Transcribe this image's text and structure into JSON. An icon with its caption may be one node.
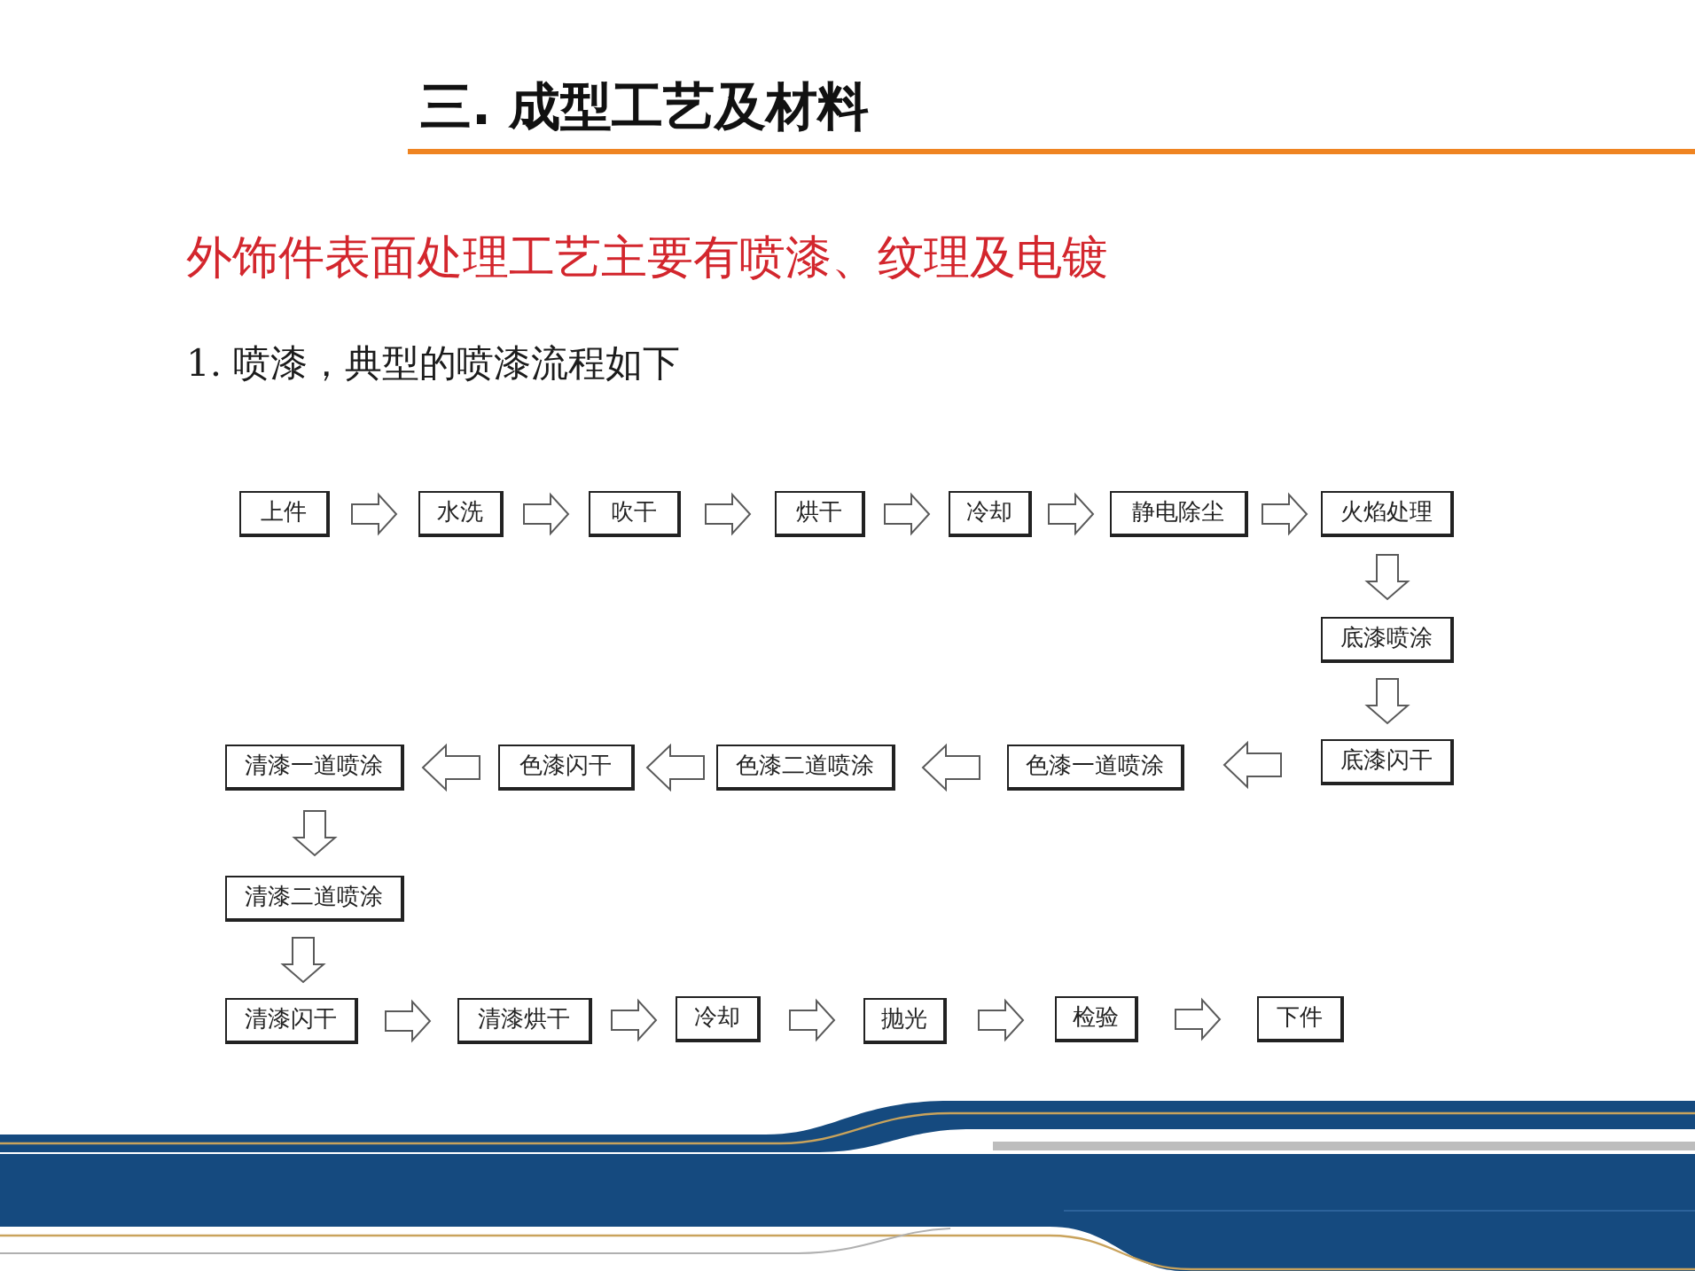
{
  "diagram": {
    "title": "三. 成型工艺及材料",
    "nodes": [
      {
        "text": [
          "上件"
        ]
      },
      {
        "text": [
          "水洗"
        ]
      },
      {
        "text": [
          "吹干"
        ]
      },
      {
        "text": [
          "烘干"
        ]
      },
      {
        "text": [
          "冷却"
        ]
      },
      {
        "text": [
          "静电除尘"
        ]
      },
      {
        "text": [
          "火焰处理"
        ]
      },
      {
        "text": [
          "底漆喷涂"
        ]
      },
      {
        "text": [
          "底漆闪干"
        ]
      },
      {
        "text": [
          "色漆一道喷涂"
        ]
      },
      {
        "text": [
          "色漆二道喷涂"
        ]
      },
      {
        "text": [
          "色漆闪干"
        ]
      },
      {
        "text": [
          "清漆一道喷涂"
        ]
      },
      {
        "text": [
          "清漆二道喷涂"
        ]
      },
      {
        "text": [
          "清漆闪干"
        ]
      },
      {
        "text": [
          "清漆烘干"
        ]
      },
      {
        "text": [
          "冷却"
        ]
      },
      {
        "text": [
          "抛光"
        ]
      },
      {
        "text": [
          "检验"
        ]
      },
      {
        "text": [
          "下件"
        ]
      }
    ],
    "edges": [
      {
        "from": 0,
        "to": 1,
        "arrow": "to"
      },
      {
        "from": 1,
        "to": 2,
        "arrow": "to"
      },
      {
        "from": 2,
        "to": 3,
        "arrow": "to"
      },
      {
        "from": 3,
        "to": 4,
        "arrow": "to"
      },
      {
        "from": 4,
        "to": 5,
        "arrow": "to"
      },
      {
        "from": 5,
        "to": 6,
        "arrow": "to"
      },
      {
        "from": 6,
        "to": 7,
        "arrow": "to"
      },
      {
        "from": 7,
        "to": 8,
        "arrow": "to"
      },
      {
        "from": 8,
        "to": 9,
        "arrow": "to"
      },
      {
        "from": 9,
        "to": 10,
        "arrow": "to"
      },
      {
        "from": 10,
        "to": 11,
        "arrow": "to"
      },
      {
        "from": 11,
        "to": 12,
        "arrow": "to"
      },
      {
        "from": 12,
        "to": 13,
        "arrow": "to"
      },
      {
        "from": 13,
        "to": 14,
        "arrow": "to"
      },
      {
        "from": 14,
        "to": 15,
        "arrow": "to"
      },
      {
        "from": 15,
        "to": 16,
        "arrow": "to"
      },
      {
        "from": 16,
        "to": 17,
        "arrow": "to"
      },
      {
        "from": 17,
        "to": 18,
        "arrow": "to"
      },
      {
        "from": 18,
        "to": 19,
        "arrow": "to"
      }
    ],
    "labels": [
      "外饰件表面处理工艺主要有喷漆、纹理及电镀",
      "1. 喷漆，典型的喷漆流程如下"
    ]
  }
}
